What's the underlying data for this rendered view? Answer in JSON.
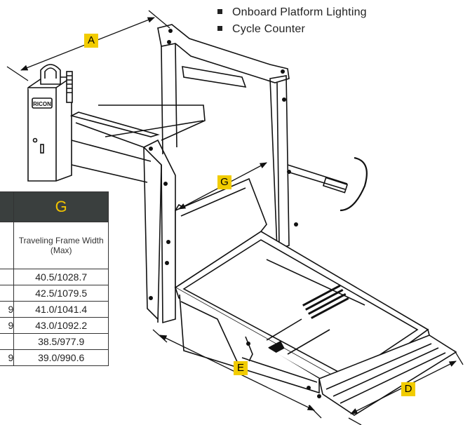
{
  "features": [
    {
      "label": "Onboard Platform Lighting"
    },
    {
      "label": "Cycle Counter"
    }
  ],
  "brand": "RICON",
  "dimension_tags": {
    "a": "A",
    "g": "G",
    "e": "E",
    "d": "D"
  },
  "table": {
    "header_g": "G",
    "description_g": "Traveling Frame Width (Max)",
    "partial_col_marks": {
      "row3": "9",
      "row4": "9",
      "row6": "9"
    },
    "values_g": [
      "40.5/1028.7",
      "42.5/1079.5",
      "41.0/1041.4",
      "43.0/1092.2",
      "38.5/977.9",
      "39.0/990.6"
    ]
  },
  "colors": {
    "tag_fill": "#f2cc00",
    "table_header": "#3a3f3e",
    "header_text": "#f2c400"
  }
}
